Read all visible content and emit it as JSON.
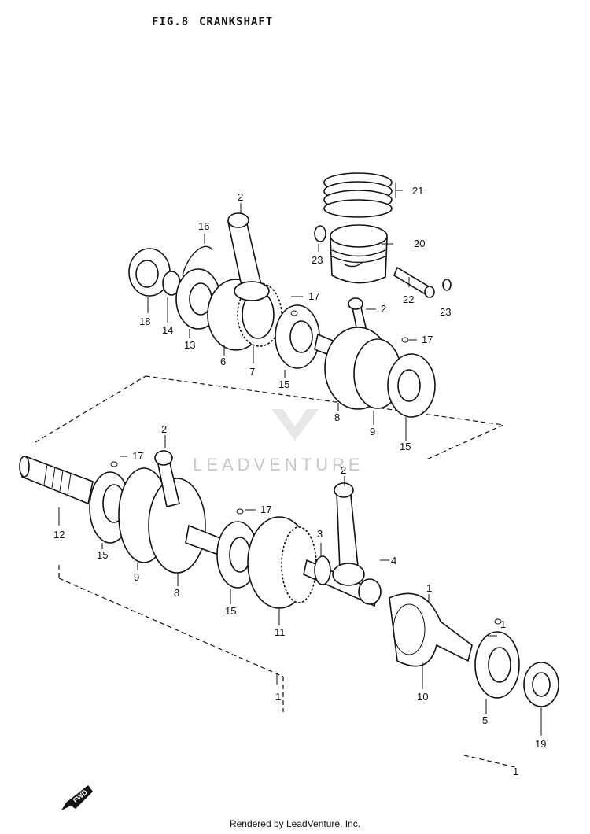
{
  "header": {
    "figure": "FIG.8",
    "title": "CRANKSHAFT"
  },
  "watermark": {
    "text": "LEADVENTURE"
  },
  "callouts": {
    "c2a": "2",
    "c21": "21",
    "c16": "16",
    "c20": "20",
    "c23a": "23",
    "c17a": "17",
    "c2b": "2",
    "c22": "22",
    "c23b": "23",
    "c18": "18",
    "c14": "14",
    "c13": "13",
    "c6": "6",
    "c7": "7",
    "c15a": "15",
    "c17b": "17",
    "c8a": "8",
    "c9a": "9",
    "c15b": "15",
    "c2c": "2",
    "c17c": "17",
    "c2d": "2",
    "c12": "12",
    "c15c": "15",
    "c9b": "9",
    "c8b": "8",
    "c17d": "17",
    "c3": "3",
    "c4": "4",
    "c15d": "15",
    "c11": "11",
    "c1a": "1",
    "c10": "10",
    "c1b": "1",
    "c5": "5",
    "c19": "19",
    "c1c": "1",
    "c1d": "1"
  },
  "fwd_label": "FWD",
  "footer": {
    "text": "Rendered by LeadVenture, Inc."
  }
}
